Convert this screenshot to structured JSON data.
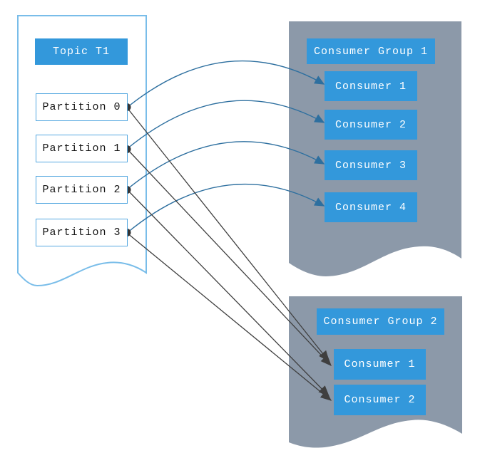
{
  "topic": {
    "title": "Topic T1",
    "partitions": [
      "Partition 0",
      "Partition 1",
      "Partition 2",
      "Partition 3"
    ]
  },
  "groups": [
    {
      "title": "Consumer Group 1",
      "consumers": [
        "Consumer 1",
        "Consumer 2",
        "Consumer 3",
        "Consumer 4"
      ]
    },
    {
      "title": "Consumer Group 2",
      "consumers": [
        "Consumer 1",
        "Consumer 2"
      ]
    }
  ],
  "connections": {
    "to_group_1": [
      {
        "from": "Partition 0",
        "to": "Consumer 1"
      },
      {
        "from": "Partition 1",
        "to": "Consumer 2"
      },
      {
        "from": "Partition 2",
        "to": "Consumer 3"
      },
      {
        "from": "Partition 3",
        "to": "Consumer 4"
      }
    ],
    "to_group_2": [
      {
        "from": "Partition 0",
        "to": "Consumer 1"
      },
      {
        "from": "Partition 1",
        "to": "Consumer 1"
      },
      {
        "from": "Partition 2",
        "to": "Consumer 2"
      },
      {
        "from": "Partition 3",
        "to": "Consumer 2"
      }
    ]
  },
  "colors": {
    "node_blue": "#3398db",
    "group_panel_gray": "#8c99a9",
    "arc_arrow_blue": "#2d6f9f",
    "line_arrow_dark": "#3f3f3f",
    "topic_outline_blue": "#79bde9",
    "partition_border_blue": "#55a8e0"
  }
}
